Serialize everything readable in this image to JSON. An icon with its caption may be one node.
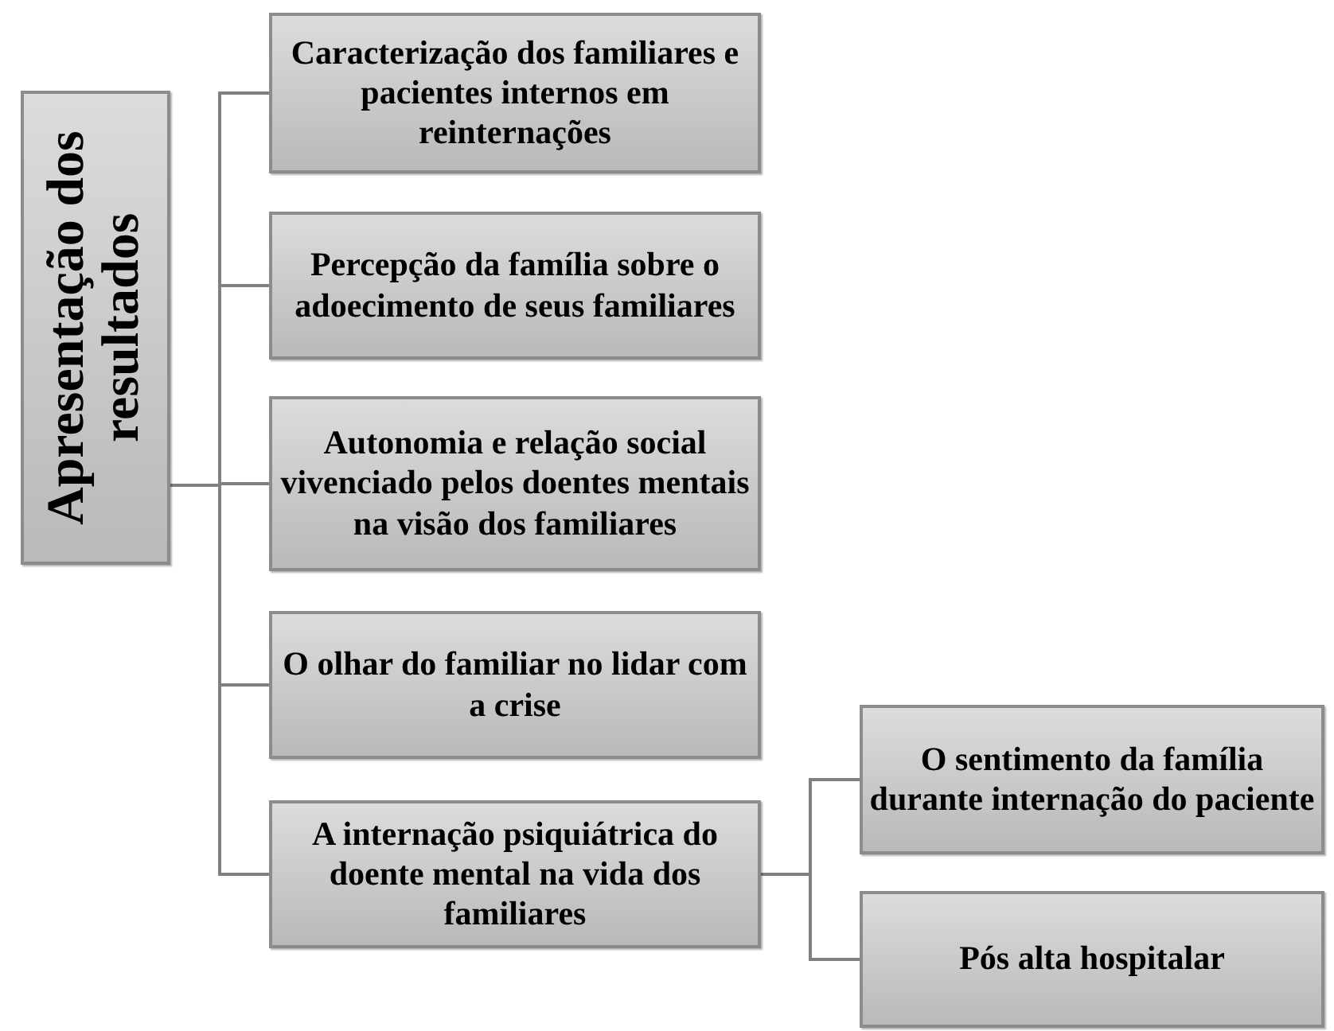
{
  "diagram": {
    "nodes": [
      {
        "text": [
          "Apresentação dos resultados"
        ]
      },
      {
        "text": [
          "Caracterização dos familiares e pacientes internos em reinternações"
        ]
      },
      {
        "text": [
          "Percepção da família sobre o adoecimento de seus familiares"
        ]
      },
      {
        "text": [
          "Autonomia e relação social vivenciado pelos doentes mentais na visão dos familiares"
        ]
      },
      {
        "text": [
          "O olhar do familiar no lidar com a crise"
        ]
      },
      {
        "text": [
          "A internação psiquiátrica do doente mental na vida dos familiares"
        ]
      },
      {
        "text": [
          "O sentimento da família durante internação do paciente"
        ]
      },
      {
        "text": [
          "Pós alta hospitalar"
        ]
      }
    ],
    "edges": [
      {
        "from": 0,
        "to": 1,
        "arrow": "none"
      },
      {
        "from": 0,
        "to": 2,
        "arrow": "none"
      },
      {
        "from": 0,
        "to": 3,
        "arrow": "none"
      },
      {
        "from": 0,
        "to": 4,
        "arrow": "none"
      },
      {
        "from": 0,
        "to": 5,
        "arrow": "none"
      },
      {
        "from": 5,
        "to": 6,
        "arrow": "none"
      },
      {
        "from": 5,
        "to": 7,
        "arrow": "none"
      }
    ]
  }
}
